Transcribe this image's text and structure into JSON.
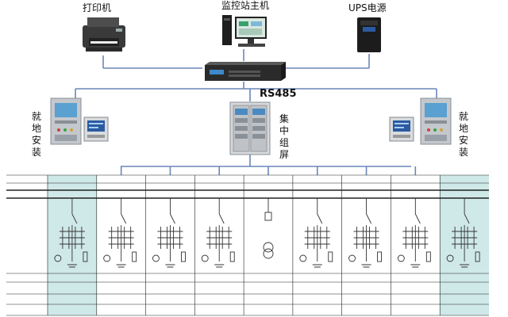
{
  "labels": {
    "printer": "打印机",
    "host": "监控站主机",
    "ups": "UPS电源",
    "bus": "RS485",
    "local_install": "就地安装",
    "central_screen": "集中组屏"
  },
  "icons": {
    "printer": "printer-icon",
    "host": "monitor-host-icon",
    "ups": "ups-icon",
    "gateway": "communication-manager-icon",
    "protection_relay": "protection-relay-icon",
    "meter": "multifunction-meter-icon",
    "cabinet": "central-screen-cabinet-icon"
  },
  "colors": {
    "bus_line": "#6a86b8",
    "table_grid": "#222222",
    "highlight": "#cfe8e8",
    "device_gray": "#b8bcc2",
    "screen_blue": "#2c5aa0"
  },
  "table": {
    "rows": [
      {
        "label": ""
      },
      {
        "label": ""
      },
      {
        "label": ""
      },
      {
        "label": ""
      },
      {
        "label": ""
      },
      {
        "label": ""
      },
      {
        "label": ""
      }
    ],
    "columns": [
      {
        "no": "",
        "name": "",
        "model": "",
        "unit": "",
        "note": "",
        "highlighted": true
      },
      {
        "no": "",
        "name": "",
        "model": "",
        "unit": "",
        "note": "",
        "highlighted": false
      },
      {
        "no": "",
        "name": "",
        "model": "",
        "unit": "",
        "note": "",
        "highlighted": false
      },
      {
        "no": "",
        "name": "",
        "model": "",
        "unit": "",
        "note": "",
        "highlighted": false
      },
      {
        "no": "",
        "name": "",
        "model": "",
        "unit": "",
        "note": "",
        "highlighted": false
      },
      {
        "no": "",
        "name": "",
        "model": "",
        "unit": "",
        "note": "",
        "highlighted": false
      },
      {
        "no": "",
        "name": "",
        "model": "",
        "unit": "",
        "note": "",
        "highlighted": false
      },
      {
        "no": "",
        "name": "",
        "model": "",
        "unit": "",
        "note": "",
        "highlighted": false
      },
      {
        "no": "",
        "name": "",
        "model": "",
        "unit": "",
        "note": "",
        "highlighted": true
      }
    ]
  }
}
